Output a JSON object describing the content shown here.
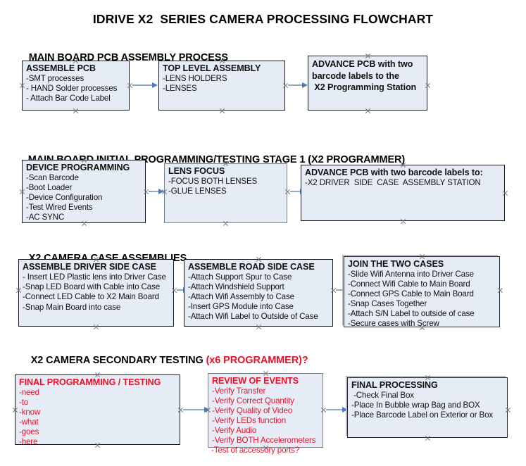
{
  "document": {
    "title": "IDRIVE X2  SERIES CAMERA PROCESSING FLOWCHART",
    "accent_red": "#e8102a",
    "box_fill": "#e6ecf5",
    "arrow_color": "#4a7ebb"
  },
  "sections": [
    {
      "id": "main-board-pcb-assembly",
      "heading": "MAIN BOARD PCB ASSEMBLY PROCESS",
      "heading_accent": "",
      "nodes": [
        {
          "id": "assemble-pcb",
          "title": "ASSEMBLE PCB",
          "lines": [
            "-SMT processes",
            "- HAND Solder processes",
            "- Attach Bar Code Label"
          ]
        },
        {
          "id": "top-level-assembly",
          "title": "TOP LEVEL ASSEMBLY",
          "lines": [
            "-LENS HOLDERS",
            "-LENSES"
          ]
        },
        {
          "id": "advance-pcb-to-x2-station",
          "title_lines": [
            "ADVANCE PCB with two",
            "barcode labels to the",
            " X2 Programming Station"
          ],
          "lines": []
        }
      ]
    },
    {
      "id": "main-board-initial-programming",
      "heading": "MAIN BOARD INITIAL PROGRAMMING/TESTING STAGE 1 (X2 PROGRAMMER)",
      "heading_accent": "",
      "nodes": [
        {
          "id": "device-programming",
          "title": "DEVICE PROGRAMMING",
          "lines": [
            "-Scan Barcode",
            "-Boot Loader",
            "-Device Configuration",
            "-Test Wired Events",
            "-AC SYNC"
          ]
        },
        {
          "id": "lens-focus",
          "title": "LENS FOCUS",
          "lines": [
            "-FOCUS BOTH LENSES",
            "-GLUE LENSES"
          ]
        },
        {
          "id": "advance-pcb-to-driver-side-station",
          "title": "ADVANCE PCB with two barcode labels to:",
          "lines": [
            "-X2 DRIVER  SIDE  CASE  ASSEMBLY STATION"
          ]
        }
      ]
    },
    {
      "id": "x2-camera-case-assemblies",
      "heading": "X2 CAMERA CASE ASSEMBLIES",
      "heading_accent": "",
      "nodes": [
        {
          "id": "assemble-driver-side-case",
          "title": "ASSEMBLE DRIVER SIDE CASE",
          "lines": [
            "- Insert LED Plastic lens into Driver Case",
            "-Snap LED Board with Cable into Case",
            "-Connect LED Cable to X2 Main Board",
            "-Snap Main Board into case"
          ]
        },
        {
          "id": "assemble-road-side-case",
          "title": "ASSEMBLE ROAD SIDE CASE",
          "lines": [
            "-Attach Support Spur to Case",
            "-Attach Windshield Support",
            "-Attach Wifi Assembly to Case",
            "-Insert GPS Module into Case",
            "-Attach Wifi Label to Outside of Case"
          ]
        },
        {
          "id": "join-the-two-cases",
          "title": "JOIN THE TWO CASES",
          "lines": [
            "-Slide Wifi Antenna into Driver Case",
            "-Connect Wifi Cable to Main Board",
            "-Connect GPS Cable to Main Board",
            "-Snap Cases Together",
            "-Attach S/N Label to outside of case",
            "-Secure cases with Screw"
          ]
        }
      ]
    },
    {
      "id": "x2-camera-secondary-testing",
      "heading": "X2 CAMERA SECONDARY TESTING ",
      "heading_accent": "(x6 PROGRAMMER)?",
      "nodes": [
        {
          "id": "final-programming-testing",
          "title": "FINAL PROGRAMMING / TESTING",
          "lines": [
            "-need",
            "-to",
            "-know",
            "-what",
            "-goes",
            "-here"
          ]
        },
        {
          "id": "review-of-events",
          "title": "REVIEW OF EVENTS",
          "lines": [
            "-Verify Transfer",
            "-Verify Correct Quantity",
            "-Verify Quality of Video",
            "-Verify LEDs function",
            "-Verify Audio",
            "-Verify BOTH Accelerometers"
          ],
          "overflow_line": "-Test of accessory ports?"
        },
        {
          "id": "final-processing",
          "title": "FINAL PROCESSING",
          "lines": [
            " -Check Final Box",
            "-Place In Bubble wrap Bag and BOX",
            "-Place Barcode Label on Exterior or Box"
          ]
        }
      ]
    }
  ]
}
